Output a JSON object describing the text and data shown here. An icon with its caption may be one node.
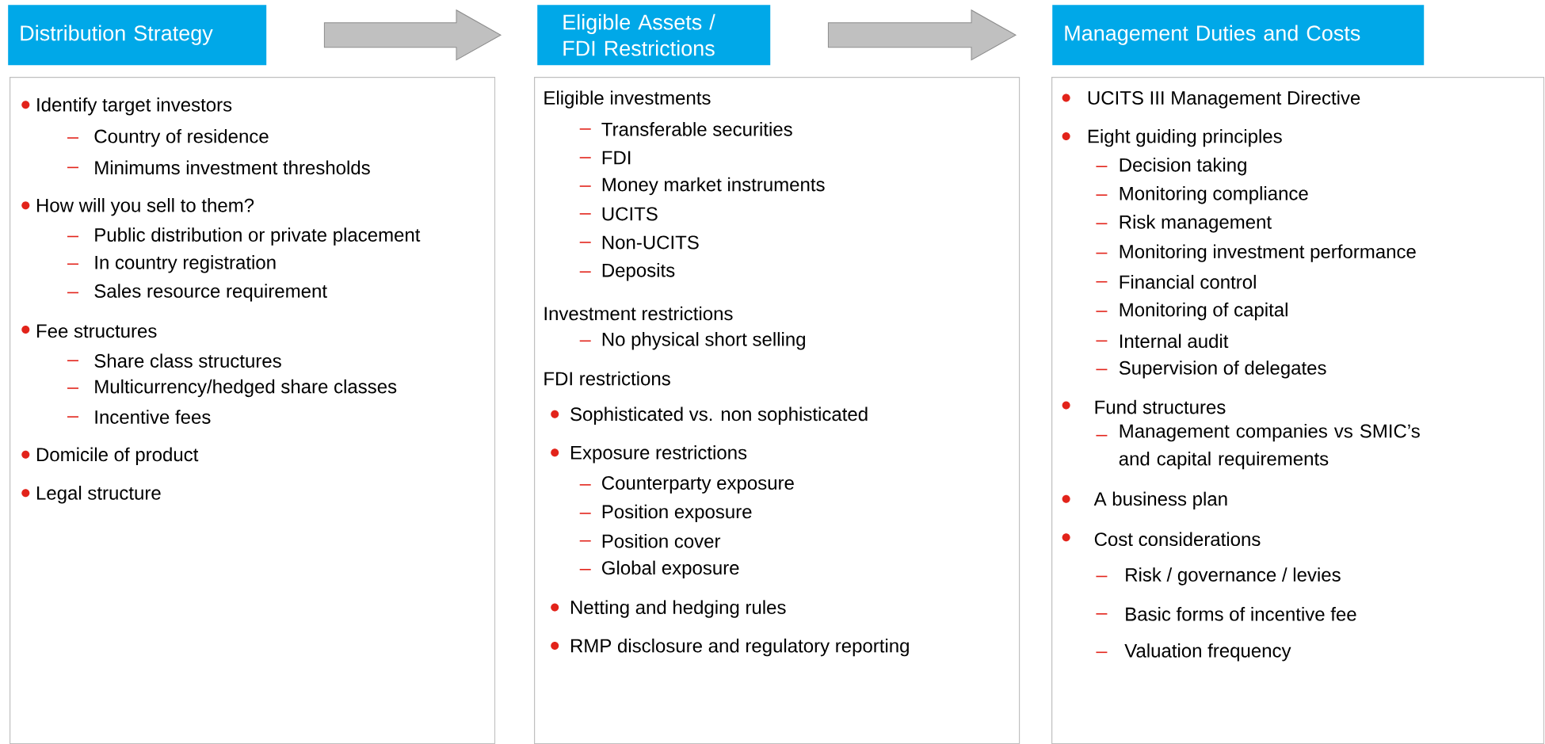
{
  "diagram": {
    "nodes": [
      {
        "text": [
          "Distribution Strategy"
        ]
      },
      {
        "text": [
          "Eligible Assets / FDI Restrictions"
        ]
      },
      {
        "text": [
          "Management Duties and Costs"
        ]
      },
      {
        "text": [
          "Identify target investors",
          "Country of residence",
          "Minimums investment thresholds",
          "How will you sell to them?",
          "Public distribution or private placement",
          "In country registration",
          "Sales resource requirement",
          "Fee structures",
          "Share class structures",
          "Multicurrency/hedged share classes",
          "Incentive fees",
          "Domicile of product",
          "Legal structure"
        ]
      },
      {
        "text": [
          "Eligible investments",
          "Transferable securities",
          "FDI",
          "Money market instruments",
          "UCITS",
          "Non-UCITS",
          "Deposits",
          "Investment restrictions",
          "No physical short selling",
          "FDI restrictions",
          "Sophisticated vs. non sophisticated",
          "Exposure restrictions",
          "Counterparty exposure",
          "Position exposure",
          "Position cover",
          "Global exposure",
          "Netting and hedging rules",
          "RMP disclosure and regulatory reporting"
        ]
      },
      {
        "text": [
          "UCITS III Management Directive",
          "Eight guiding principles",
          "Decision taking",
          "Monitoring compliance",
          "Risk management",
          "Monitoring investment performance",
          "Financial control",
          "Monitoring of capital",
          "Internal audit",
          "Supervision of delegates",
          "Fund structures",
          "Management companies vs SMIC’s and capital requirements",
          "A business plan",
          "Cost considerations",
          "Risk / governance / levies",
          "Basic forms of incentive fee",
          "Valuation frequency"
        ]
      }
    ],
    "edges": [
      {
        "from": 0,
        "to": 1,
        "arrow": "to"
      },
      {
        "from": 1,
        "to": 2,
        "arrow": "to"
      }
    ]
  }
}
